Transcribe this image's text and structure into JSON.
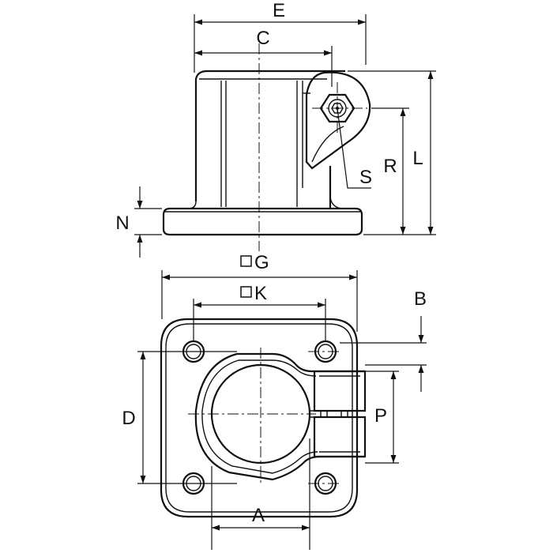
{
  "labels": {
    "E": "E",
    "C": "C",
    "S": "S",
    "R": "R",
    "L": "L",
    "N": "N",
    "G": "G",
    "K": "K",
    "B": "B",
    "D": "D",
    "P": "P",
    "A": "A"
  }
}
